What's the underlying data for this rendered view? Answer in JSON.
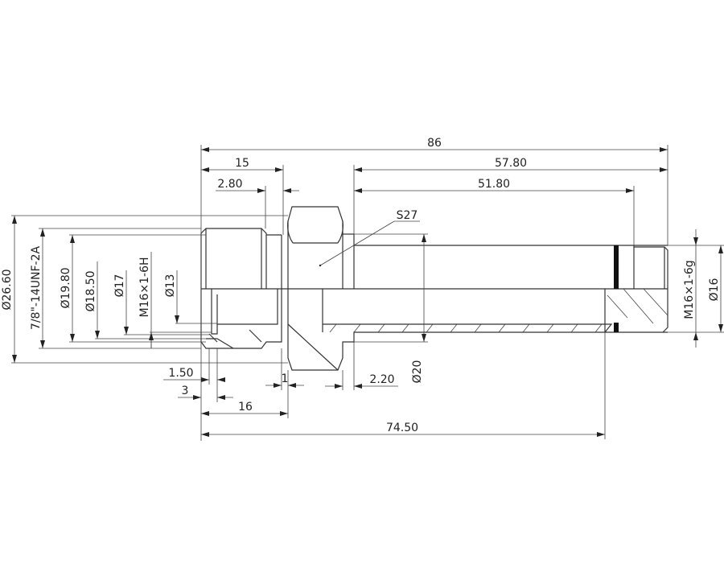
{
  "dimensions": {
    "overall_length": "86",
    "left_section": "15",
    "right_section": "57.80",
    "chamfer_left": "2.80",
    "right_thread_start": "51.80",
    "hex_size": "S27",
    "dia_26_60": "Ø26.60",
    "thread_left": "7/8\"-14UNF-2A",
    "dia_19_80": "Ø19.80",
    "dia_18_50": "Ø18.50",
    "dia_17": "Ø17",
    "internal_thread": "M16×1-6H",
    "dia_13": "Ø13",
    "thread_right": "M16×1-6g",
    "dia_16": "Ø16",
    "dia_20": "Ø20",
    "len_1_50": "1.50",
    "len_3": "3",
    "len_16": "16",
    "len_1": "1",
    "len_2_20": "2.20",
    "len_74_50": "74.50"
  }
}
